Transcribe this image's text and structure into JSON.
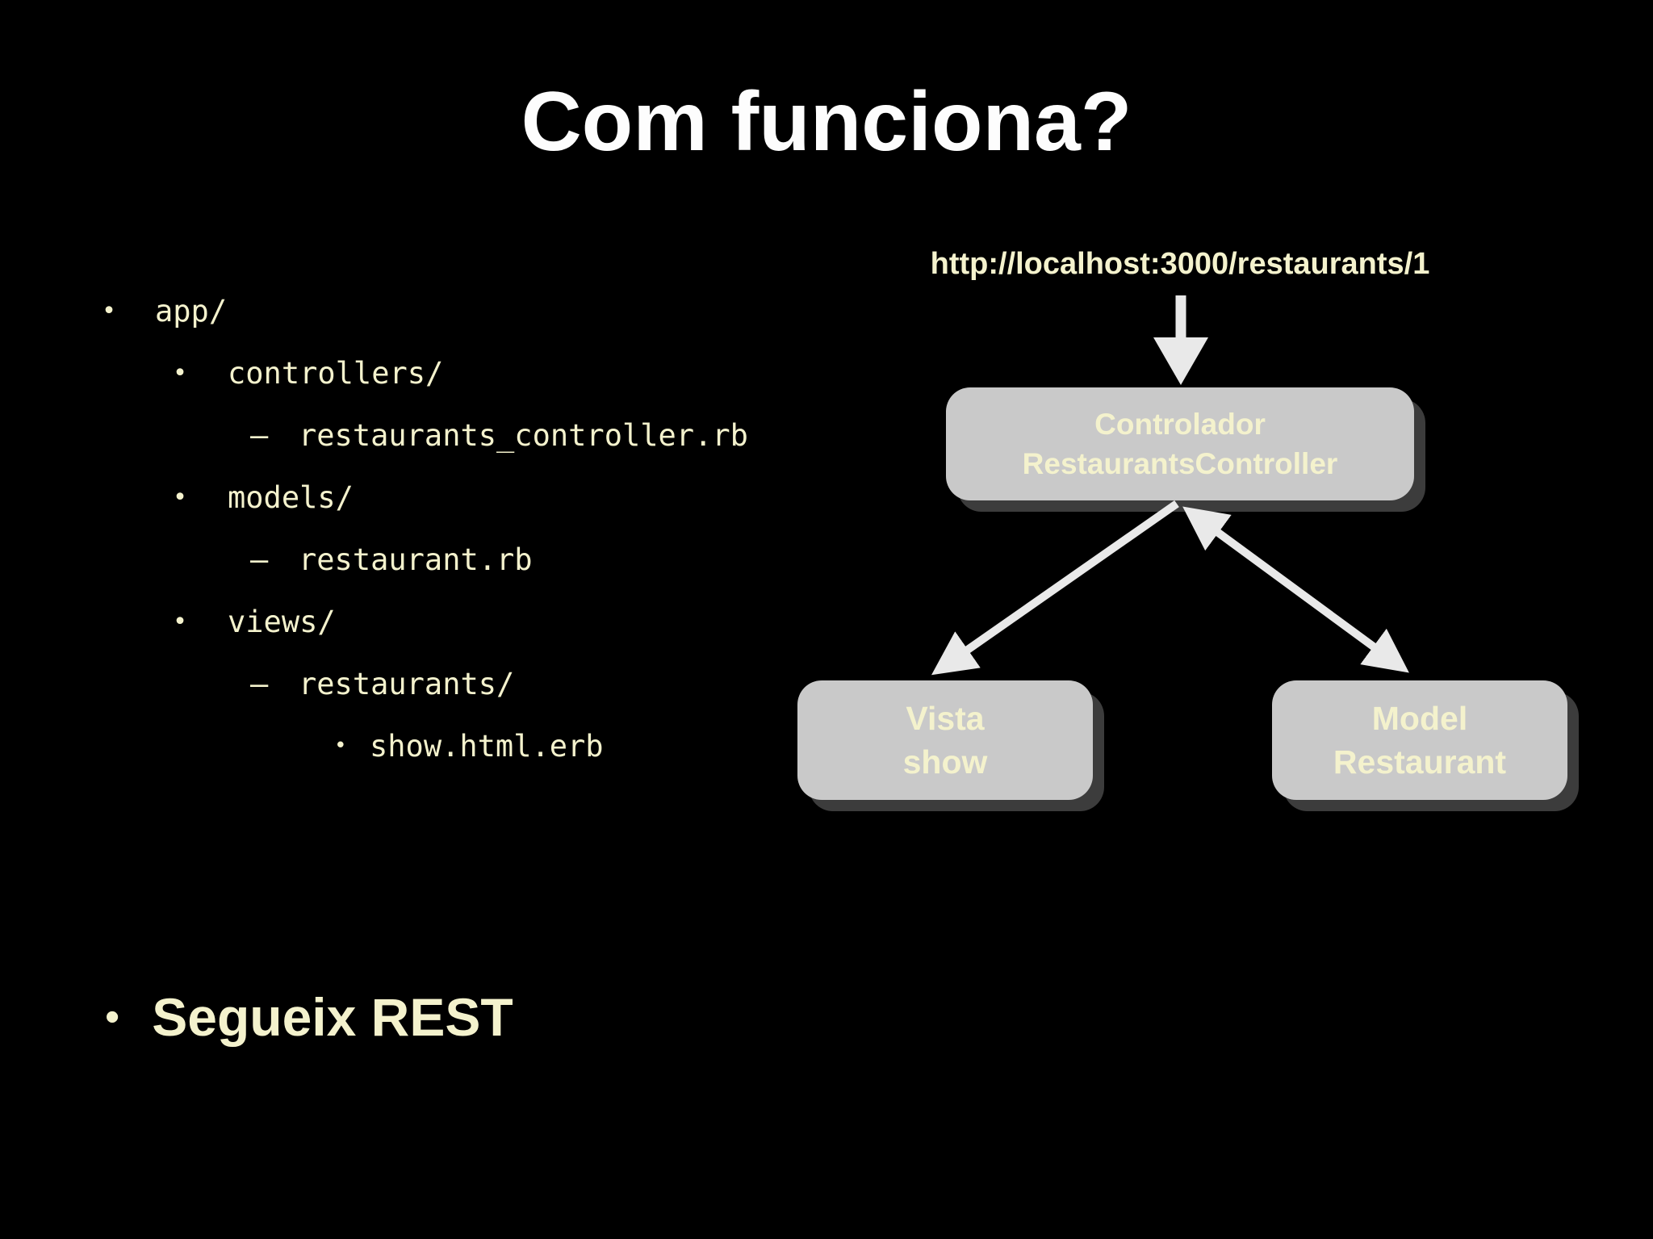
{
  "slide": {
    "title": "Com funciona?",
    "bottom_bullet": "Segueix REST"
  },
  "file_tree": {
    "items": [
      {
        "label": "app/",
        "level": 1,
        "bullet": "•"
      },
      {
        "label": "controllers/",
        "level": 2,
        "bullet": "•"
      },
      {
        "label": "restaurants_controller.rb",
        "level": 3,
        "bullet": "–"
      },
      {
        "label": "models/",
        "level": 2,
        "bullet": "•"
      },
      {
        "label": "restaurant.rb",
        "level": 3,
        "bullet": "–"
      },
      {
        "label": "views/",
        "level": 2,
        "bullet": "•"
      },
      {
        "label": "restaurants/",
        "level": 3,
        "bullet": "–"
      },
      {
        "label": "show.html.erb",
        "level": 4,
        "bullet": "•"
      }
    ]
  },
  "diagram": {
    "url_label": "http://localhost:3000/restaurants/1",
    "nodes": {
      "controller": {
        "line1": "Controlador",
        "line2": "RestaurantsController"
      },
      "vista": {
        "line1": "Vista",
        "line2": "show"
      },
      "model": {
        "line1": "Model",
        "line2": "Restaurant"
      }
    }
  },
  "colors": {
    "background": "#000000",
    "title": "#fdfdfd",
    "text_cream": "#f4f2cd",
    "box_fill": "#c9c9c9",
    "box_shadow": "#3c3c3c",
    "arrow": "#e9e9e9"
  }
}
